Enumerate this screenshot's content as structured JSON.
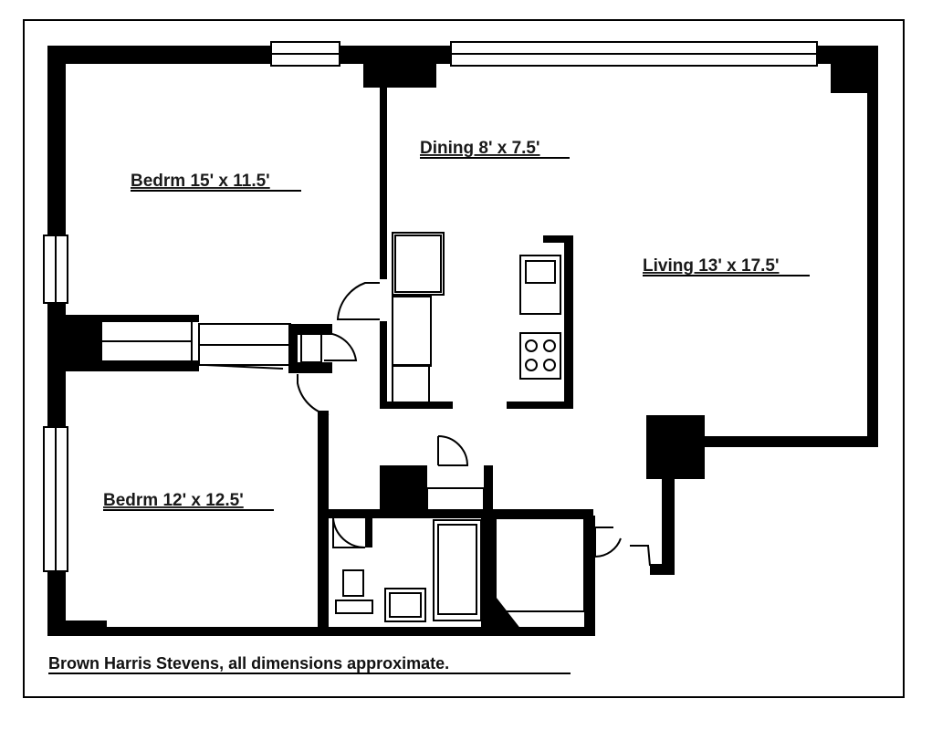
{
  "rooms": {
    "bedroom_1": "Bedrm 15' x 11.5'",
    "dining": "Dining 8' x 7.5'",
    "living": "Living 13' x 17.5'",
    "bedroom_2": "Bedrm 12' x 12.5'"
  },
  "caption": "Brown Harris Stevens, all dimensions approximate."
}
